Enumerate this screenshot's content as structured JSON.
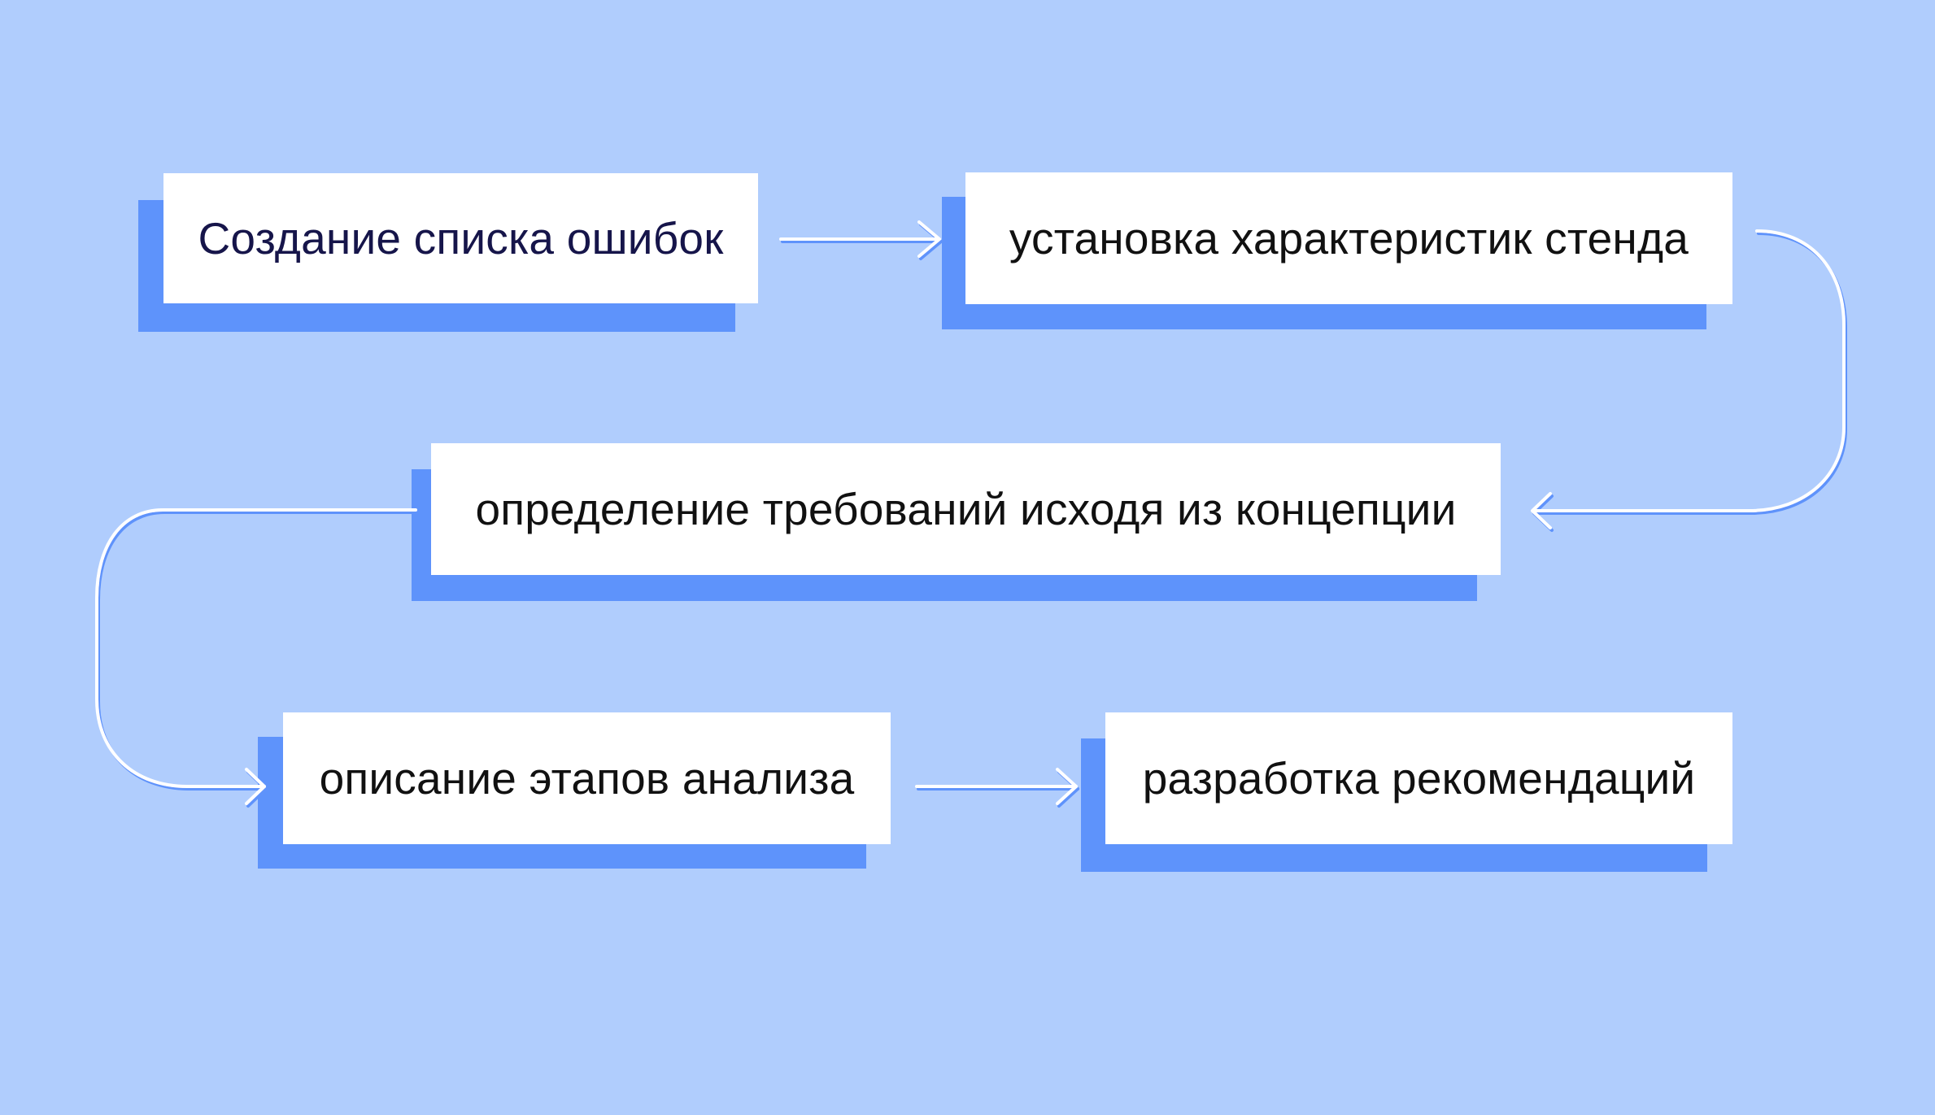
{
  "diagram": {
    "background": "#b0cdfd",
    "shadow_color": "#5e93fb",
    "box_color": "#ffffff",
    "connector_color": "#ffffff",
    "steps": [
      {
        "label": "Создание списка ошибок"
      },
      {
        "label": "установка характеристик стенда"
      },
      {
        "label": "определение требований исходя из концепции"
      },
      {
        "label": "описание этапов анализа"
      },
      {
        "label": "разработка рекомендаций"
      }
    ],
    "flow": [
      {
        "from": 0,
        "to": 1
      },
      {
        "from": 1,
        "to": 2
      },
      {
        "from": 2,
        "to": 3
      },
      {
        "from": 3,
        "to": 4
      }
    ]
  }
}
